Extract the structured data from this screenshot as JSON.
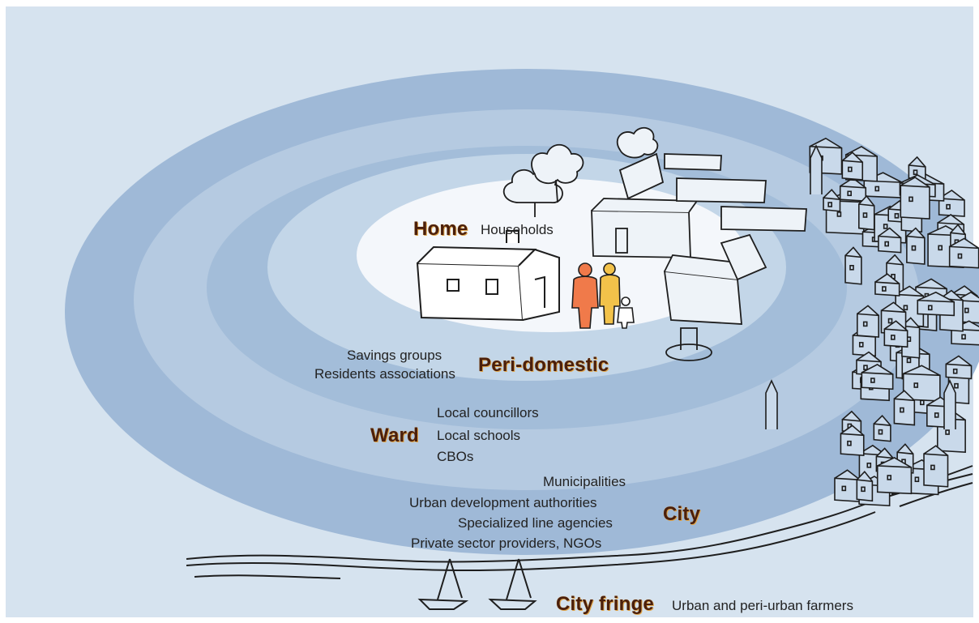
{
  "colors": {
    "background": "#d6e3ef",
    "ring_outer": "#9fb9d7",
    "ring_second": "#b5cae1",
    "ring_third": "#a3bdd9",
    "ring_fourth": "#c3d6e8",
    "core": "#f4f7fb",
    "zone_label": "#4a1f0c",
    "zone_label_glow": "#e0a64c",
    "actor_text": "#222222",
    "person_adult_1": "#f07a4a",
    "person_adult_2": "#f2c24a",
    "sketch_line": "#1e1e1e"
  },
  "zones": {
    "home": {
      "label": "Home",
      "actors": [
        "Households"
      ]
    },
    "peri_domestic": {
      "label": "Peri-domestic",
      "actors": [
        "Savings groups",
        "Residents associations"
      ]
    },
    "ward": {
      "label": "Ward",
      "actors": [
        "Local councillors",
        "Local schools",
        "CBOs"
      ]
    },
    "city": {
      "label": "City",
      "actors": [
        "Municipalities",
        "Urban development authorities",
        "Specialized line agencies",
        "Private sector providers, NGOs"
      ]
    },
    "city_fringe": {
      "label": "City fringe",
      "actors": [
        "Urban and peri-urban farmers"
      ]
    }
  },
  "illustration": {
    "icons": [
      "house-icon",
      "people-icon",
      "trees-icon",
      "town-buildings-icon",
      "boat-icon",
      "coastline-icon",
      "road-icon"
    ]
  }
}
